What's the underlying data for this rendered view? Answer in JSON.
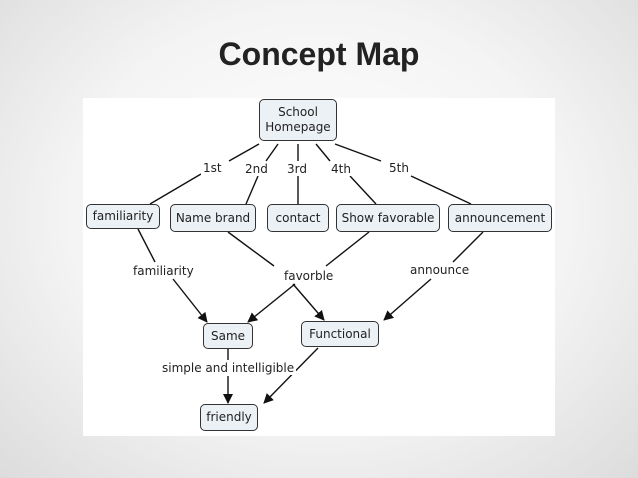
{
  "slide": {
    "title": "Concept Map"
  },
  "concept_map": {
    "nodes": {
      "school_homepage": {
        "line1": "School",
        "line2": "Homepage"
      },
      "familiarity": {
        "label": "familiarity"
      },
      "name_brand": {
        "label": "Name brand"
      },
      "contact": {
        "label": "contact"
      },
      "show_favorable": {
        "label": "Show favorable"
      },
      "announcement": {
        "label": "announcement"
      },
      "same": {
        "label": "Same"
      },
      "functional": {
        "label": "Functional"
      },
      "friendly": {
        "label": "friendly"
      }
    },
    "link_labels": {
      "first": "1st",
      "second": "2nd",
      "third": "3rd",
      "fourth": "4th",
      "fifth": "5th",
      "familiarity": "familiarity",
      "favorble": "favorble",
      "announce": "announce",
      "simple_intelligible": "simple and intelligible"
    },
    "colors": {
      "node_fill": "#ecf1f6",
      "line": "#111111"
    }
  }
}
